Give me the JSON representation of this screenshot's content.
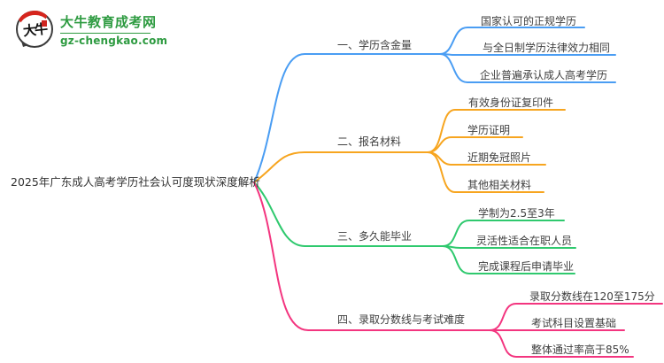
{
  "site": {
    "badge_text": "大牛",
    "name": "大牛教育成考网",
    "domain": "gz-chengkao.com"
  },
  "root": {
    "label": "2025年广东成人高考学历社会认可度现状深度解析"
  },
  "branches": [
    {
      "label": "一、学历含金量",
      "color": "#4A9DF3",
      "children": [
        "国家认可的正规学历",
        "与全日制学历法律效力相同",
        "企业普遍承认成人高考学历"
      ]
    },
    {
      "label": "二、报名材料",
      "color": "#F7A51F",
      "children": [
        "有效身份证复印件",
        "学历证明",
        "近期免冠照片",
        "其他相关材料"
      ]
    },
    {
      "label": "三、多久能毕业",
      "color": "#2FC96E",
      "children": [
        "学制为2.5至3年",
        "灵活性适合在职人员",
        "完成课程后申请毕业"
      ]
    },
    {
      "label": "四、录取分数线与考试难度",
      "color": "#F3357F",
      "children": [
        "录取分数线在120至175分",
        "考试科目设置基础",
        "整体通过率高于85%"
      ]
    }
  ],
  "colors": {
    "brand_green": "#2E9B41",
    "seal_red": "#D6251D",
    "text_dark": "#3D3D3D"
  }
}
